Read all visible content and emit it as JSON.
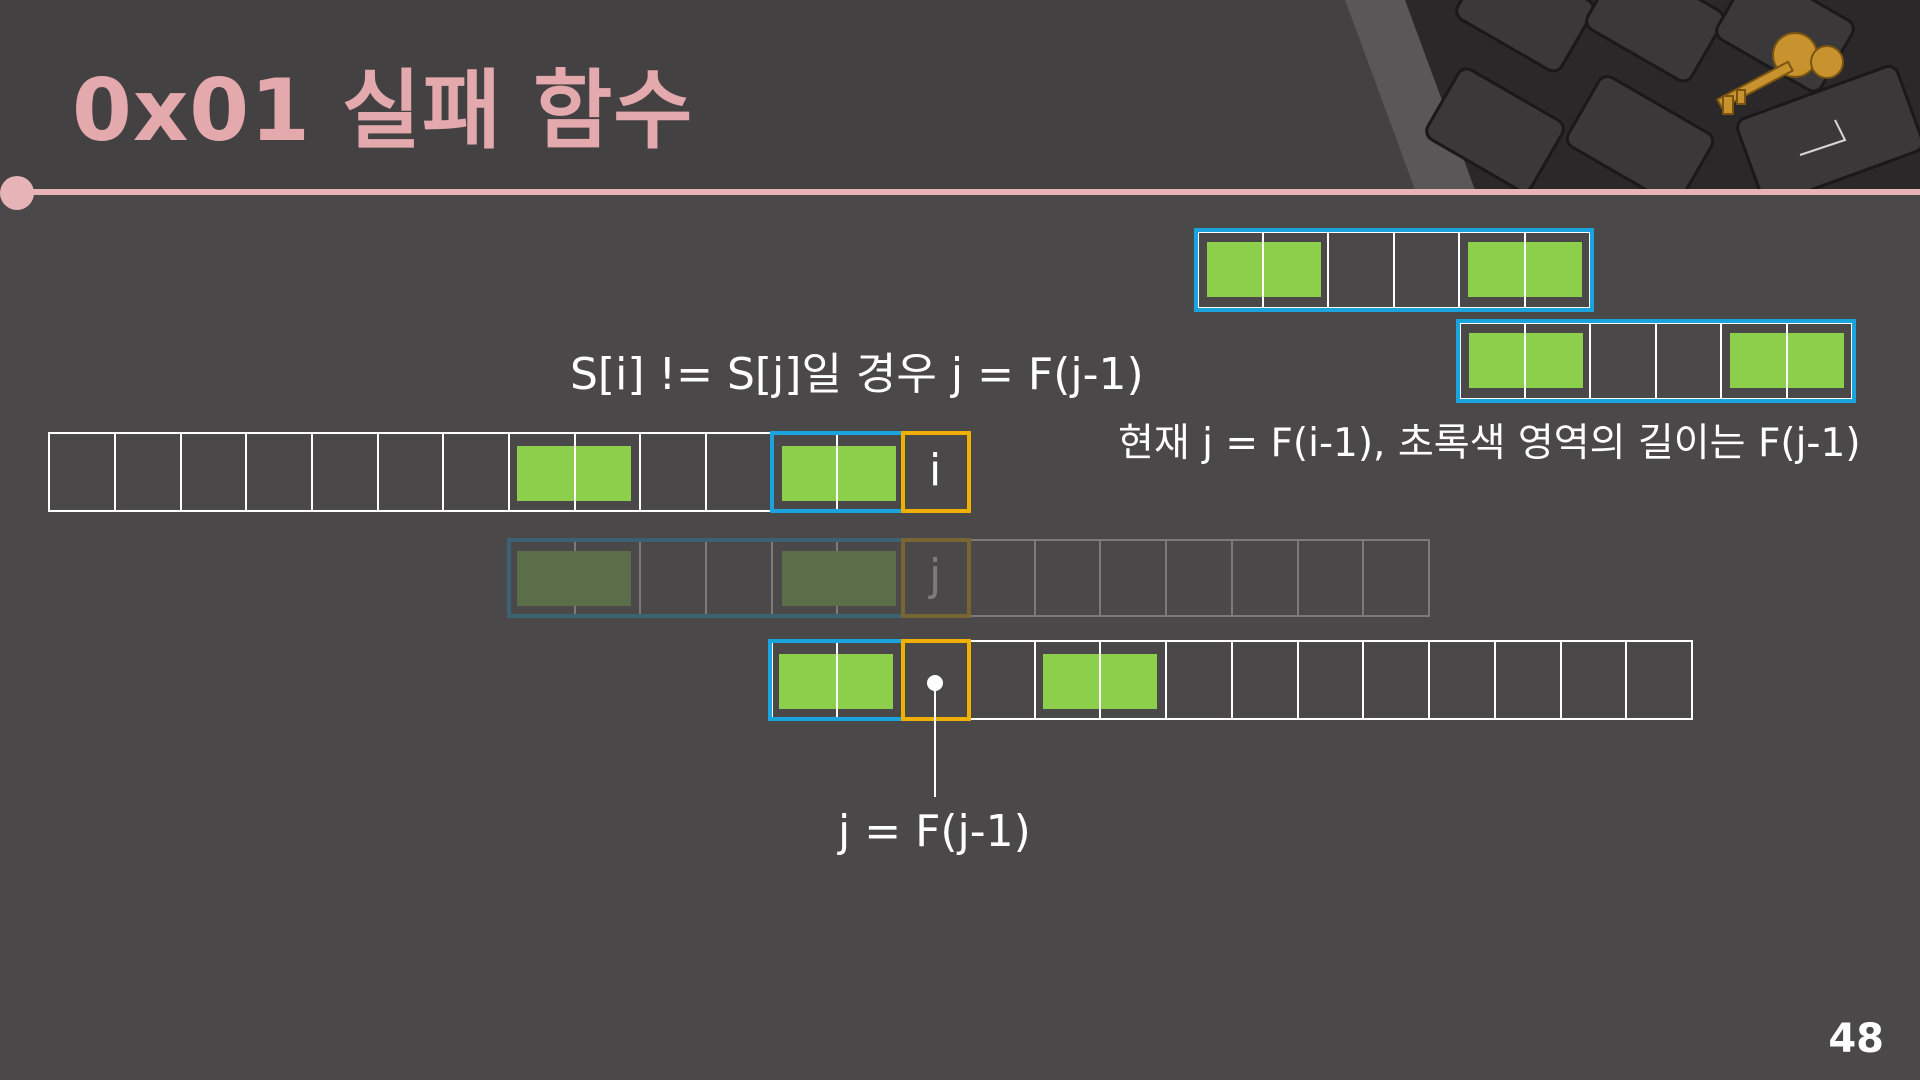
{
  "header": {
    "title": "0x01  실패 함수"
  },
  "diagram": {
    "condition_label": "S[i] != S[j]일 경우 j = F(j-1)",
    "current_state_label": "현재 j = F(i-1), 초록색 영역의 길이는 F(j-1)",
    "i_marker": "i",
    "j_marker": "j",
    "result_label": "j = F(j-1)"
  },
  "colors": {
    "background": "#4a4849",
    "title": "#e4a9ad",
    "accent_line": "#e6b4b6",
    "cell_border": "#ffffff",
    "green_fill": "#8ccf4b",
    "blue_frame": "#1aa3dc",
    "orange_frame": "#f0b000"
  },
  "icons": {
    "decoration": "keyboard-key-photo"
  },
  "footer": {
    "page_number": "48"
  }
}
